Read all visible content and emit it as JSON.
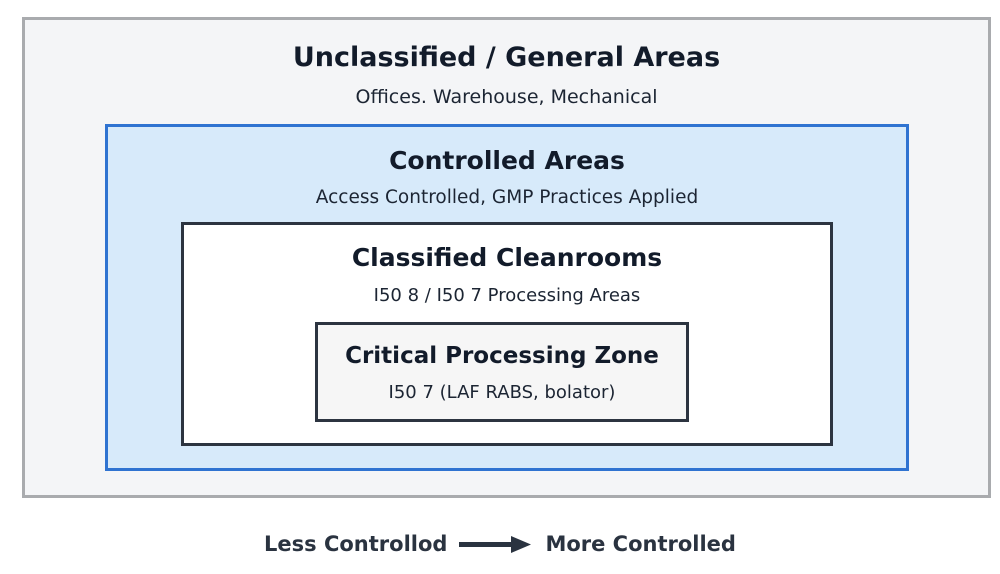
{
  "zones": [
    {
      "id": "unclassified",
      "title": "Unclassified / General Areas",
      "subtitle": "Offices. Warehouse, Mechanical",
      "border_color": "#a9abae",
      "fill_color": "#f4f5f7"
    },
    {
      "id": "controlled",
      "title": "Controlled Areas",
      "subtitle": "Access Controlled, GMP Practices Applied",
      "border_color": "#2f73d1",
      "fill_color": "#d7eafa"
    },
    {
      "id": "classified",
      "title": "Classified Cleanrooms",
      "subtitle": "I50 8 / I50 7 Processing Areas",
      "border_color": "#2c3440",
      "fill_color": "#ffffff"
    },
    {
      "id": "critical",
      "title": "Critical Processing Zone",
      "subtitle": "I50 7 (LAF RABS, bolator)",
      "border_color": "#2c3440",
      "fill_color": "#f6f6f6"
    }
  ],
  "legend": {
    "left_label": "Less Controllod",
    "arrow_icon": "right-arrow-icon",
    "right_label": "More Controlled"
  }
}
